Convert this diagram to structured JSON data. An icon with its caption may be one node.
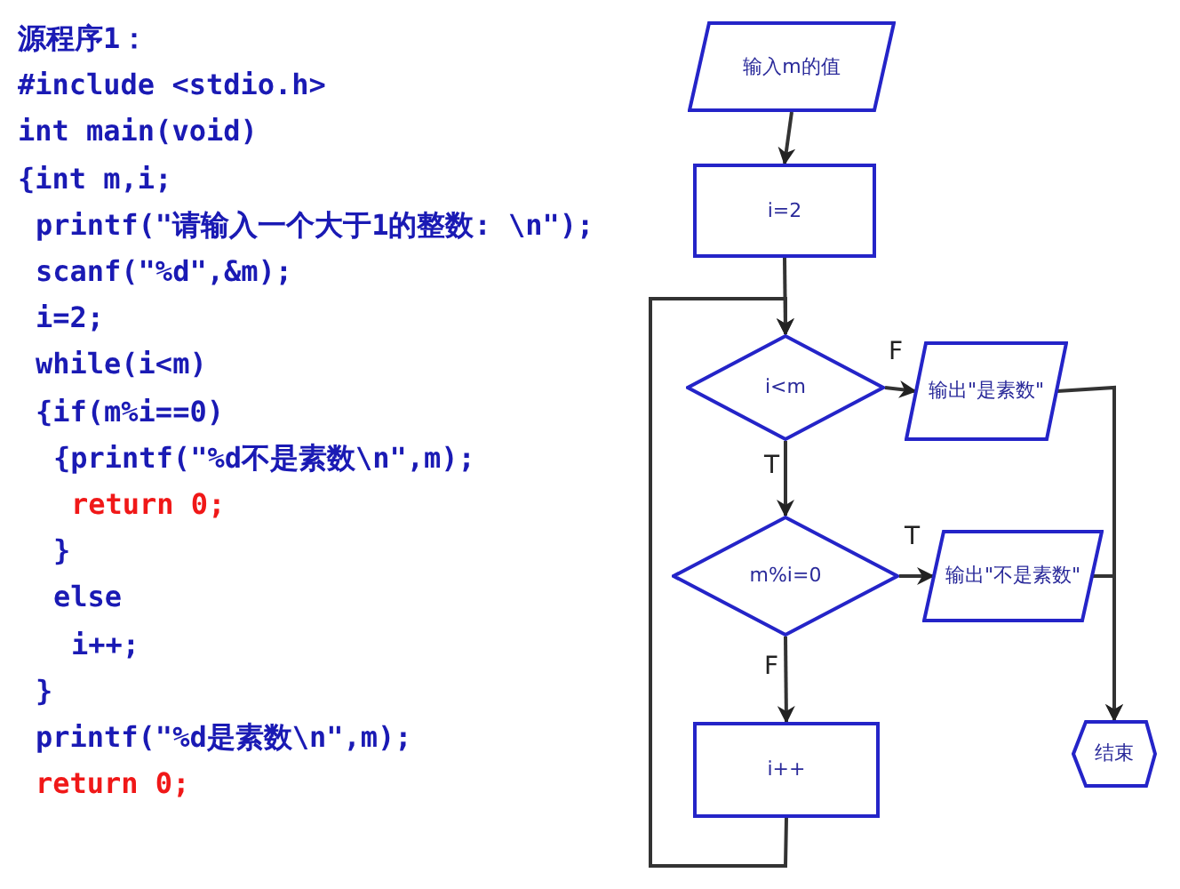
{
  "diagram": {
    "nodes": [
      {
        "text": [
          "输入m的值"
        ]
      },
      {
        "text": [
          "i=2"
        ]
      },
      {
        "text": [
          "i<m"
        ]
      },
      {
        "text": [
          "输出\"是素数\""
        ]
      },
      {
        "text": [
          "m%i=0"
        ]
      },
      {
        "text": [
          "输出\"不是素数\""
        ]
      },
      {
        "text": [
          "i++"
        ]
      },
      {
        "text": [
          "结束"
        ]
      }
    ],
    "edges": [
      {
        "from": 0,
        "to": 1,
        "arrow": "to"
      },
      {
        "from": 1,
        "to": 2,
        "arrow": "to"
      },
      {
        "from": 2,
        "to": 3,
        "arrow": "to",
        "label": "F"
      },
      {
        "from": 2,
        "to": 4,
        "arrow": "to",
        "label": "T"
      },
      {
        "from": 4,
        "to": 5,
        "arrow": "to",
        "label": "T"
      },
      {
        "from": 4,
        "to": 6,
        "arrow": "to",
        "label": "F"
      },
      {
        "from": 6,
        "to": 2,
        "arrow": "to"
      },
      {
        "from": 3,
        "to": 7,
        "arrow": "to"
      },
      {
        "from": 5,
        "to": 7,
        "arrow": "to"
      }
    ],
    "labels": [
      "源程序1：",
      "#include <stdio.h>",
      "int main(void)",
      "{int m,i;",
      "printf(\"请输入一个大于1的整数: \\n\");",
      "scanf(\"%d\",&m);",
      "i=2;",
      "while(i<m)",
      "{if(m%i==0)",
      "{printf(\"%d不是素数\\n\",m);",
      "return 0;",
      "}",
      "else",
      "i++;",
      "}",
      "printf(\"%d是素数\\n\",m);",
      "return 0;"
    ]
  }
}
